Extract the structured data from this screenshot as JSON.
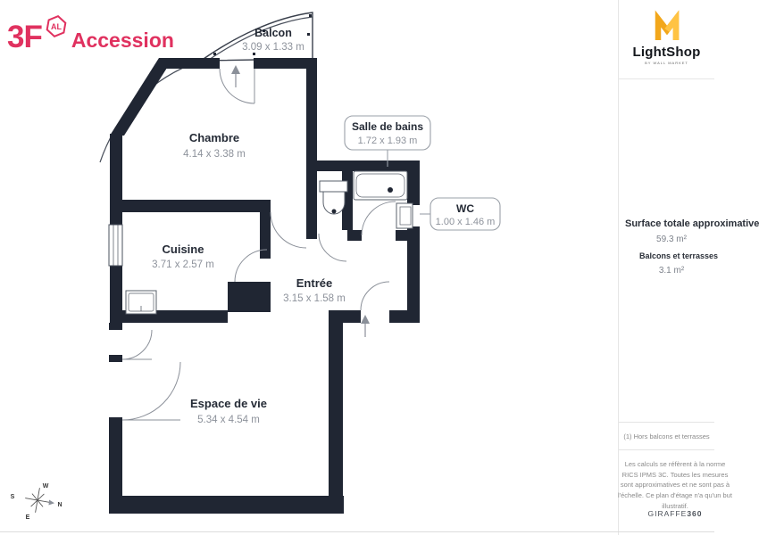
{
  "header": {
    "brand_3f": {
      "wordmark": "3F",
      "badge": "AL",
      "suffix": "Accession",
      "accent_color": "#E0315F"
    },
    "lightshop": {
      "wordmark": "LightShop",
      "tagline": "BY WALL MARKET",
      "gold": "#F2A71B"
    }
  },
  "floorplan": {
    "wall_color": "#202633",
    "rooms": [
      {
        "id": "balcon",
        "label": "Balcon",
        "dims": "3.09 x 1.33 m"
      },
      {
        "id": "chambre",
        "label": "Chambre",
        "dims": "4.14 x 3.38 m"
      },
      {
        "id": "salle-de-bains",
        "label": "Salle de bains",
        "dims": "1.72 x 1.93 m"
      },
      {
        "id": "wc",
        "label": "WC",
        "dims": "1.00 x 1.46 m"
      },
      {
        "id": "cuisine",
        "label": "Cuisine",
        "dims": "3.71 x 2.57 m"
      },
      {
        "id": "entree",
        "label": "Entrée",
        "dims": "3.15 x 1.58 m"
      },
      {
        "id": "espace-de-vie",
        "label": "Espace de vie",
        "dims": "5.34 x 4.54 m"
      }
    ],
    "compass": {
      "n": "N",
      "e": "E",
      "s": "S",
      "w": "W"
    }
  },
  "sidebar": {
    "surface_title": "Surface totale approximative",
    "surface_value": "59.3 m²",
    "terrace_title": "Balcons et terrasses",
    "terrace_value": "3.1 m²",
    "footnote": "(1) Hors balcons et terrasses",
    "disclaimer": "Les calculs se réfèrent à la norme RICS IPMS 3C. Toutes les mesures sont approximatives et ne sont pas à l'échelle. Ce plan d'étage n'a qu'un but illustratif.",
    "credit_brand": "GIRAFFE",
    "credit_bold": "360"
  }
}
